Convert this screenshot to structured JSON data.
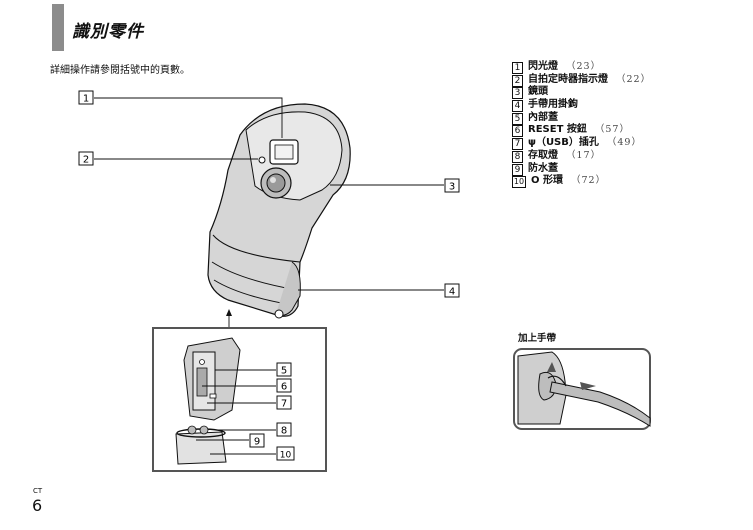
{
  "header": {
    "title": "識別零件"
  },
  "intro_text": "詳細操作請參閱括號中的頁數。",
  "parts": [
    {
      "num": "1",
      "name": "閃光燈",
      "ref": "（23）"
    },
    {
      "num": "2",
      "name": "自拍定時器指示燈",
      "ref": "（22）"
    },
    {
      "num": "3",
      "name": "鏡頭",
      "ref": ""
    },
    {
      "num": "4",
      "name": "手帶用掛鉤",
      "ref": ""
    },
    {
      "num": "5",
      "name": "內部蓋",
      "ref": ""
    },
    {
      "num": "6",
      "name": "RESET 按鈕",
      "ref": "（57）"
    },
    {
      "num": "7",
      "name": "ψ（USB）插孔",
      "ref": "（49）"
    },
    {
      "num": "8",
      "name": "存取燈",
      "ref": "（17）"
    },
    {
      "num": "9",
      "name": "防水蓋",
      "ref": ""
    },
    {
      "num": "10",
      "name": "O 形環",
      "ref": "（72）"
    }
  ],
  "callouts": {
    "c1": "1",
    "c2": "2",
    "c3": "3",
    "c4": "4",
    "c5": "5",
    "c6": "6",
    "c7": "7",
    "c8": "8",
    "c9": "9",
    "c10": "10"
  },
  "strap": {
    "title": "加上手帶"
  },
  "footer": {
    "code": "CT",
    "page": "6"
  },
  "colors": {
    "title_bar": "#8c8c8c",
    "camera_body": "#d4d4d4",
    "line": "#111111"
  }
}
